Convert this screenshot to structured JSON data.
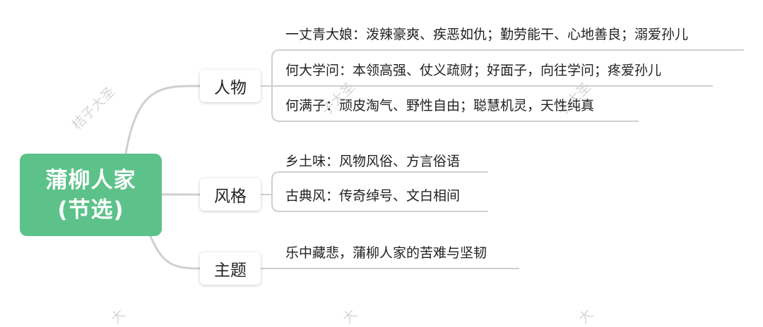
{
  "mindmap": {
    "root": {
      "line1": "蒲柳人家",
      "line2": "(节选)"
    },
    "branches": [
      {
        "label": "人物",
        "leaves": [
          "一丈青大娘：泼辣豪爽、疾恶如仇；勤劳能干、心地善良；溺爱孙儿",
          "何大学问：本领高强、仗义疏财；好面子，向往学问；疼爱孙儿",
          "何满子：顽皮淘气、野性自由；聪慧机灵，天性纯真"
        ]
      },
      {
        "label": "风格",
        "leaves": [
          "乡土味：风物风俗、方言俗语",
          "古典风：传奇绰号、文白相间"
        ]
      },
      {
        "label": "主题",
        "leaves": [
          "乐中藏悲，蒲柳人家的苦难与坚韧"
        ]
      }
    ]
  },
  "watermark": {
    "text1": "桔子大圣",
    "text2": "子大圣",
    "text3": "子大圣",
    "text4": "大"
  },
  "colors": {
    "root_fill": "#5cc28a",
    "connector": "#cfcfcf",
    "text": "#222222"
  }
}
